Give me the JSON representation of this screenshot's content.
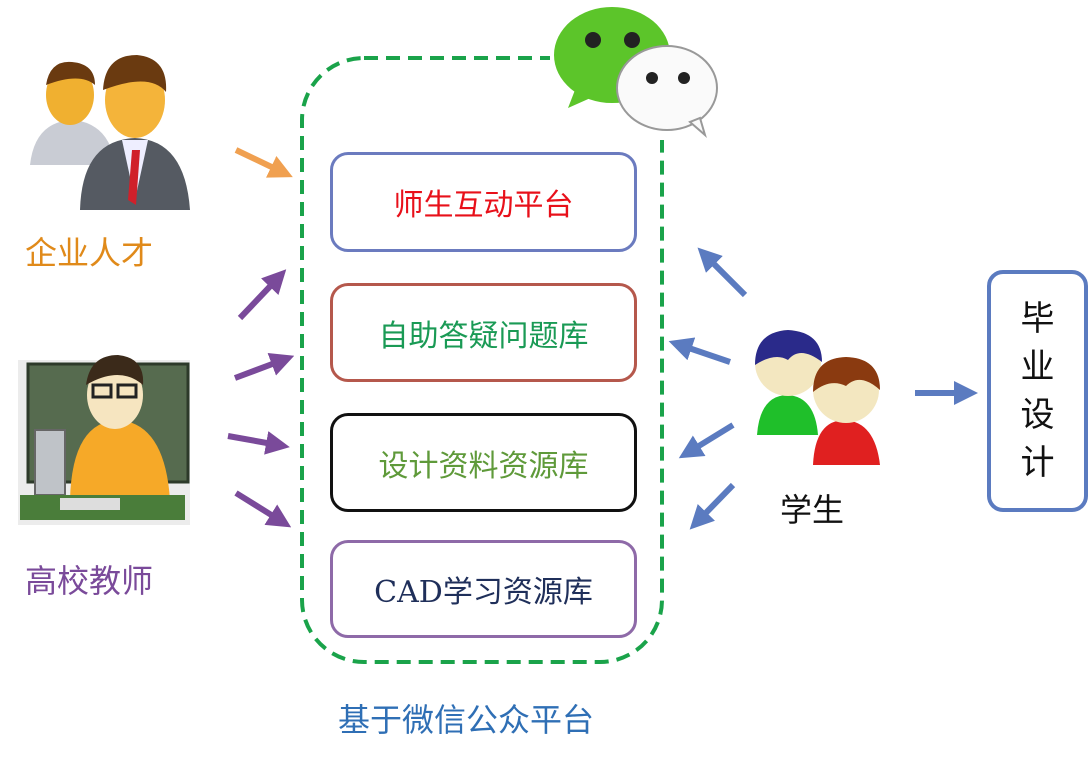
{
  "actors": {
    "enterprise": "企业人才",
    "teachers": "高校教师",
    "students": "学生"
  },
  "platform": {
    "caption": "基于微信公众平台",
    "modules": [
      {
        "label": "师生互动平台",
        "text_color": "#e8101a",
        "border_color": "#6b7bbf"
      },
      {
        "label": "自助答疑问题库",
        "text_color": "#1a9a55",
        "border_color": "#b5584c"
      },
      {
        "label": "设计资料资源库",
        "text_color": "#5f9a3a",
        "border_color": "#111111"
      },
      {
        "label": "CAD学习资源库",
        "text_color": "#1f2f5a",
        "border_color": "#8e6aa8"
      }
    ]
  },
  "outcome": {
    "chars": [
      "毕",
      "业",
      "设",
      "计"
    ]
  },
  "colors": {
    "dashed_border": "#1aa34a",
    "caption": "#2f6fb5",
    "student_arrows": "#5b7bc0",
    "teacher_arrows": "#7a4a9a",
    "enterprise_arrow": "#f0a050"
  }
}
